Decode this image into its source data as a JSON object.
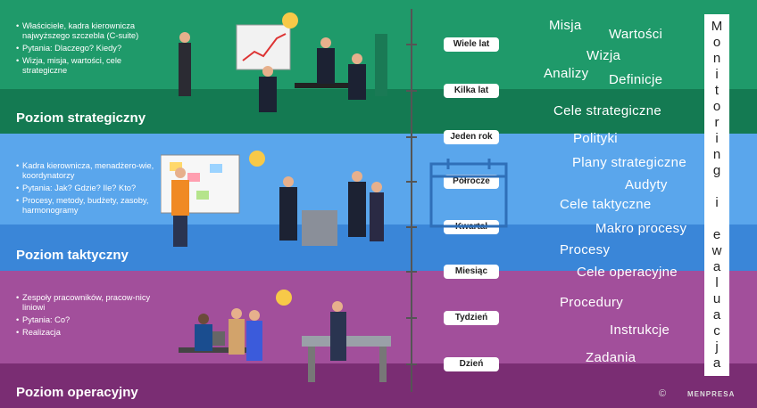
{
  "levels": {
    "strategic": {
      "title": "Poziom strategiczny",
      "bullets": [
        "Właściciele, kadra kierownicza najwyższego szczebla (C-suite)",
        "Pytania: Dlaczego? Kiedy?",
        "Wizja, misja, wartości, cele strategiczne"
      ]
    },
    "tactical": {
      "title": "Poziom taktyczny",
      "bullets": [
        "Kadra kierownicza, menadżero-wie, koordynatorzy",
        "Pytania: Jak? Gdzie? Ile? Kto?",
        "Procesy, metody, budżety, zasoby, harmonogramy"
      ]
    },
    "operational": {
      "title": "Poziom operacyjny",
      "bullets": [
        "Zespoły pracowników, pracow-nicy liniowi",
        "Pytania: Co?",
        "Realizacja"
      ]
    }
  },
  "timeline": [
    "Wiele lat",
    "Kilka lat",
    "Jeden rok",
    "Półrocze",
    "Kwartał",
    "Miesiąc",
    "Tydzień",
    "Dzień"
  ],
  "words": {
    "misja": "Misja",
    "wartosci": "Wartości",
    "wizja": "Wizja",
    "analizy": "Analizy",
    "definicje": "Definicje",
    "cele_strategiczne": "Cele strategiczne",
    "polityki": "Polityki",
    "plany_strategiczne": "Plany strategiczne",
    "audyty": "Audyty",
    "cele_taktyczne": "Cele taktyczne",
    "makro_procesy": "Makro procesy",
    "procesy": "Procesy",
    "cele_operacyjne": "Cele operacyjne",
    "procedury": "Procedury",
    "instrukcje": "Instrukcje",
    "zadania": "Zadania"
  },
  "monitor": "Monitoring i ewaluacja",
  "footer": {
    "copyright": "©",
    "brand": "MENPRESA"
  },
  "colors": {
    "strategic": "#1f9a6a",
    "tactical": "#5aa6ec",
    "operational": "#a24f9b"
  }
}
